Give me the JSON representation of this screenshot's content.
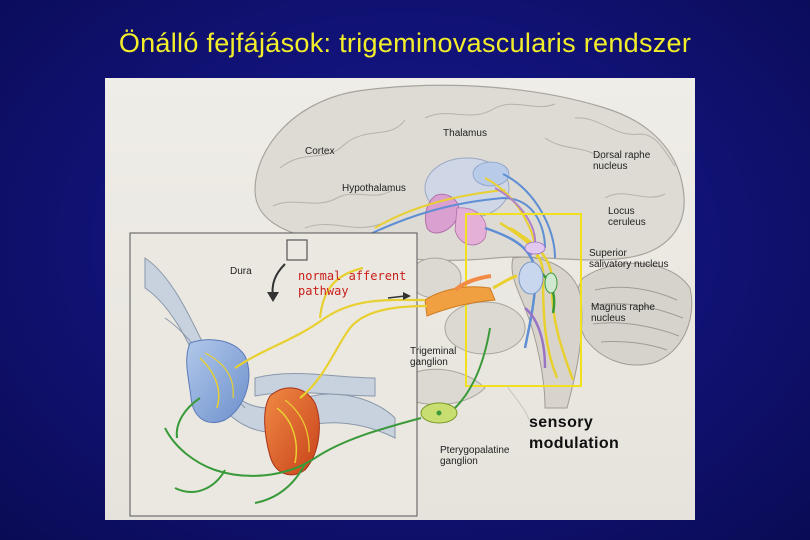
{
  "slide": {
    "title": "Önálló fejfájások: trigeminovascularis rendszer"
  },
  "figure": {
    "labels": {
      "thalamus": "Thalamus",
      "cortex": "Cortex",
      "hypothalamus": "Hypothalamus",
      "dorsal_raphe": "Dorsal raphe\nnucleus",
      "locus_ceruleus": "Locus\nceruleus",
      "superior_salivatory": "Superior\nsalivatory nucleus",
      "magnus_raphe": "Magnus raphe\nnucleus",
      "dura": "Dura",
      "trigeminal_ganglion": "Trigeminal\nganglion",
      "pterygopalatine_ganglion": "Pterygopalatine\nganglion"
    },
    "annotations": {
      "normal_afferent": "normal afferent\npathway",
      "sensory_modulation": "sensory\nmodulation"
    },
    "colors": {
      "slide_background": "#12137a",
      "title_text": "#f2ee2a",
      "highlight_box": "#f0e020",
      "afferent_fiber": "#e8d030",
      "parasympathetic_fiber": "#3a9a3a",
      "artery_red": "#e0581c",
      "vessel_blue": "#5e8ed4",
      "annotation_red": "#c8201a"
    }
  }
}
